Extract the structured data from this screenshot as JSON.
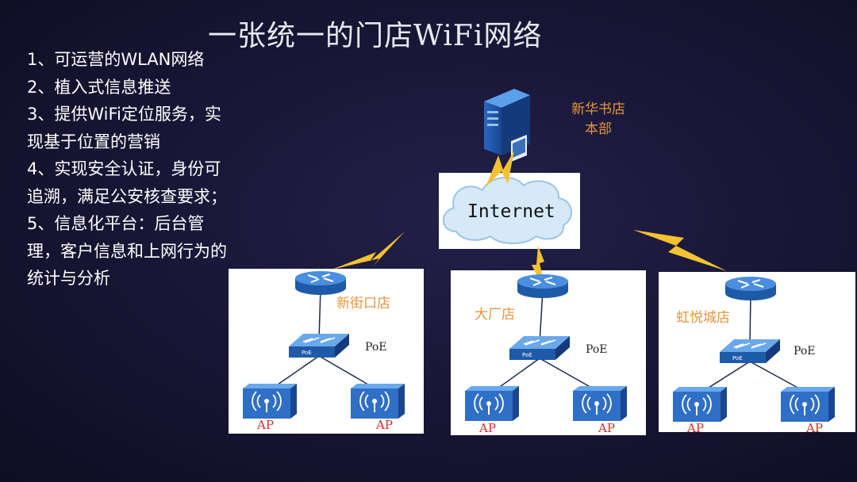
{
  "title": "一张统一的门店WiFi网络",
  "points": [
    "1、可运营的WLAN网络",
    "2、植入式信息推送",
    "3、提供WiFi定位服务，实",
    "现基于位置的营销",
    "4、实现安全认证，身份可",
    "追溯，满足公安核查要求；",
    "5、信息化平台：后台管",
    "理，客户信息和上网行为的",
    "统计与分析"
  ],
  "hq": {
    "line1": "新华书店",
    "line2": "本部"
  },
  "cloud": {
    "label": "Internet"
  },
  "stores": [
    {
      "name": "新街口店",
      "poe": "PoE",
      "ap_left": "AP",
      "ap_right": "AP",
      "switch_label": "PoE"
    },
    {
      "name": "大厂店",
      "poe": "PoE",
      "ap_left": "AP",
      "ap_right": "AP",
      "switch_label": "PoE"
    },
    {
      "name": "虹悦城店",
      "poe": "PoE",
      "ap_left": "AP",
      "ap_right": "AP",
      "switch_label": "PoE"
    }
  ],
  "colors": {
    "accent": "#e8953a",
    "ap_text": "#d92a2a",
    "device_blue": "#2f6fc6",
    "lightning": "#f2c230"
  }
}
